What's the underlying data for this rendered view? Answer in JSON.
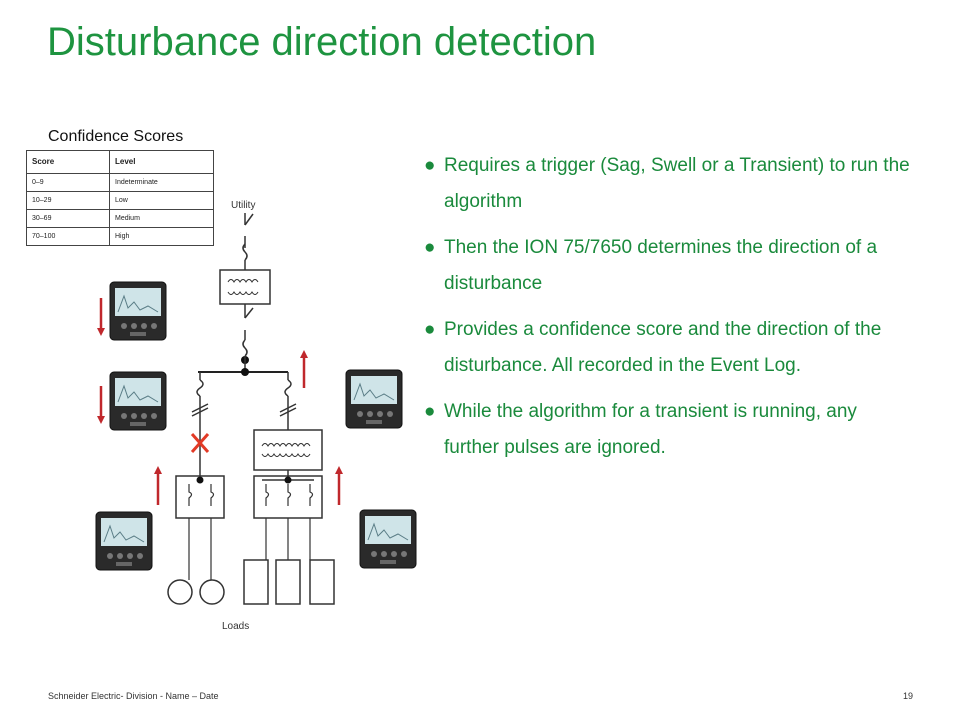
{
  "slide": {
    "title": "Disturbance direction detection",
    "footer": "Schneider Electric- Division - Name – Date",
    "page_number": "19",
    "accent_color": "#1e9440"
  },
  "confidence": {
    "label": "Confidence Scores",
    "headers": [
      "Score",
      "Level"
    ],
    "rows": [
      [
        "0–9",
        "Indeterminate"
      ],
      [
        "10–29",
        "Low"
      ],
      [
        "30–69",
        "Medium"
      ],
      [
        "70–100",
        "High"
      ]
    ]
  },
  "diagram": {
    "utility_label": "Utility",
    "loads_label": "Loads",
    "arrow_color": "#c0282c",
    "fault_marker_color": "#e23a26"
  },
  "bullets": [
    {
      "marker": "●",
      "text": "Requires a trigger (Sag, Swell or a Transient) to run the algorithm"
    },
    {
      "marker": "●",
      "text": "Then the ION 75/7650 determines the direction of a disturbance"
    },
    {
      "marker": "●",
      "text": "Provides a confidence score and the direction of the disturbance. All recorded in the Event Log."
    },
    {
      "marker": "●",
      "text": "While the algorithm for a transient is running, any further pulses are ignored."
    }
  ]
}
